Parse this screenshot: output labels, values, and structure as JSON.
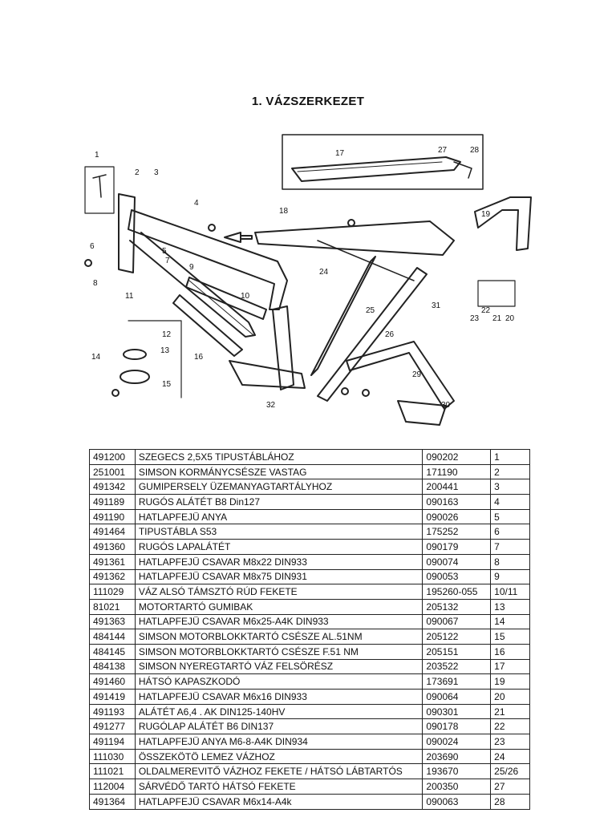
{
  "heading": "1.  VÁZSZERKEZET",
  "diagram": {
    "callouts": [
      "1",
      "2",
      "3",
      "4",
      "5",
      "6",
      "7",
      "8",
      "9",
      "10",
      "11",
      "12",
      "13",
      "14",
      "15",
      "16",
      "17",
      "18",
      "19",
      "20",
      "21",
      "22",
      "23",
      "24",
      "25",
      "26",
      "27",
      "28",
      "29",
      "30",
      "31",
      "32"
    ]
  },
  "parts": [
    {
      "code": "491200",
      "name": "SZEGECS 2,5X5 TIPUSTÁBLÁHOZ",
      "ref": "090202",
      "num": "1"
    },
    {
      "code": "251001",
      "name": "SIMSON KORMÁNYCSÉSZE VASTAG",
      "ref": "171190",
      "num": "2"
    },
    {
      "code": "491342",
      "name": "GUMIPERSELY ÜZEMANYAGTARTÁLYHOZ",
      "ref": "200441",
      "num": "3"
    },
    {
      "code": "491189",
      "name": "RUGÓS ALÁTÉT B8 Din127",
      "ref": "090163",
      "num": "4"
    },
    {
      "code": "491190",
      "name": "HATLAPFEJÜ ANYA",
      "ref": "090026",
      "num": "5"
    },
    {
      "code": "491464",
      "name": "TIPUSTÁBLA S53",
      "ref": "175252",
      "num": "6"
    },
    {
      "code": "491360",
      "name": "RUGÓS LAPALÁTÉT",
      "ref": "090179",
      "num": "7"
    },
    {
      "code": "491361",
      "name": "HATLAPFEJÜ CSAVAR M8x22 DIN933",
      "ref": "090074",
      "num": "8"
    },
    {
      "code": "491362",
      "name": "HATLAPFEJÜ CSAVAR M8x75 DIN931",
      "ref": "090053",
      "num": "9"
    },
    {
      "code": "111029",
      "name": "VÁZ ALSÓ TÁMSZTÓ RÚD FEKETE",
      "ref": "195260-055",
      "num": "10/11"
    },
    {
      "code": "81021",
      "name": "MOTORTARTÓ GUMIBAK",
      "ref": "205132",
      "num": "13"
    },
    {
      "code": "491363",
      "name": "HATLAPFEJÜ CSAVAR M6x25-A4K DIN933",
      "ref": "090067",
      "num": "14"
    },
    {
      "code": "484144",
      "name": "SIMSON MOTORBLOKKTARTÓ CSÉSZE AL.51NM",
      "ref": "205122",
      "num": "15"
    },
    {
      "code": "484145",
      "name": "SIMSON MOTORBLOKKTARTÓ CSÉSZE F.51 NM",
      "ref": "205151",
      "num": "16"
    },
    {
      "code": "484138",
      "name": "SIMSON NYEREGTARTÓ VÁZ FELSÖRÉSZ",
      "ref": "203522",
      "num": "17"
    },
    {
      "code": "491460",
      "name": "HÁTSÓ KAPASZKODÓ",
      "ref": "173691",
      "num": "19"
    },
    {
      "code": "491419",
      "name": "HATLAPFEJÜ CSAVAR M6x16 DIN933",
      "ref": "090064",
      "num": "20"
    },
    {
      "code": "491193",
      "name": "ALÁTÉT A6,4 . AK DIN125-140HV",
      "ref": "090301",
      "num": "21"
    },
    {
      "code": "491277",
      "name": "RUGÓLAP ALÁTÉT B6 DIN137",
      "ref": "090178",
      "num": "22"
    },
    {
      "code": "491194",
      "name": "HATLAPFEJÜ ANYA M6-8-A4K DIN934",
      "ref": "090024",
      "num": "23"
    },
    {
      "code": "111030",
      "name": "ÖSSZEKÖTÖ LEMEZ VÁZHOZ",
      "ref": "203690",
      "num": "24"
    },
    {
      "code": "111021",
      "name": "OLDALMEREVITŐ VÁZHOZ  FEKETE / HÁTSÓ LÁBTARTÓS",
      "ref": "193670",
      "num": "25/26"
    },
    {
      "code": "112004",
      "name": "SÁRVÉDŐ TARTÓ HÁTSÓ FEKETE",
      "ref": "200350",
      "num": "27"
    },
    {
      "code": "491364",
      "name": "HATLAPFEJÜ CSAVAR M6x14-A4k",
      "ref": "090063",
      "num": "28"
    }
  ]
}
